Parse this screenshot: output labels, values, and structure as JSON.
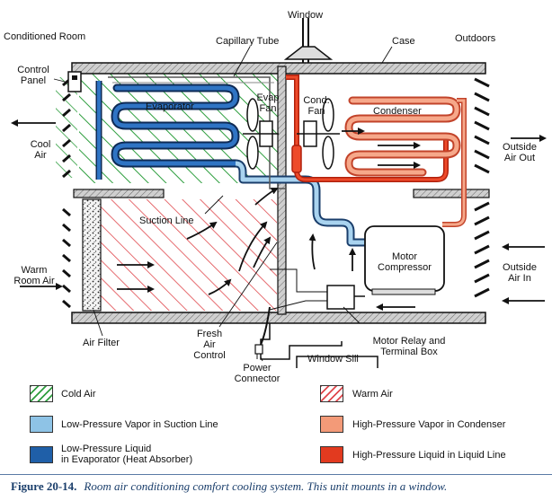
{
  "labels": {
    "conditioned_room": "Conditioned Room",
    "window": "Window",
    "capillary_tube": "Capillary Tube",
    "case": "Case",
    "outdoors": "Outdoors",
    "control_panel_1": "Control",
    "control_panel_2": "Panel",
    "evaporator": "Evaporator",
    "evap_fan_1": "Evap",
    "evap_fan_2": "Fan",
    "cond_fan_1": "Cond.",
    "cond_fan_2": "Fan",
    "condenser": "Condenser",
    "cool_air_1": "Cool",
    "cool_air_2": "Air",
    "outside_air_out_1": "Outside",
    "outside_air_out_2": "Air Out",
    "suction_line": "Suction Line",
    "motor_compressor_1": "Motor",
    "motor_compressor_2": "Compressor",
    "warm_room_air_1": "Warm",
    "warm_room_air_2": "Room Air",
    "outside_air_in_1": "Outside",
    "outside_air_in_2": "Air In",
    "air_filter": "Air Filter",
    "fresh_air_control_1": "Fresh",
    "fresh_air_control_2": "Air",
    "fresh_air_control_3": "Control",
    "motor_relay_1": "Motor Relay and",
    "motor_relay_2": "Terminal Box",
    "window_sill": "Window Sill",
    "power_connector_1": "Power",
    "power_connector_2": "Connector"
  },
  "legend": [
    {
      "key": "cold_air",
      "text": "Cold Air",
      "color": "#2e9e3e",
      "pattern": "hatch"
    },
    {
      "key": "lp_vapor",
      "text": "Low-Pressure Vapor in Suction Line",
      "color": "#8ec3e6",
      "pattern": "solid"
    },
    {
      "key": "lp_liquid",
      "text_1": "Low-Pressure Liquid",
      "text_2": "in Evaporator (Heat Absorber)",
      "color": "#1f5fa8",
      "pattern": "solid"
    },
    {
      "key": "warm_air",
      "text": "Warm Air",
      "color": "#e0474c",
      "pattern": "hatch"
    },
    {
      "key": "hp_vapor",
      "text": "High-Pressure Vapor in Condenser",
      "color": "#f39a78",
      "pattern": "solid"
    },
    {
      "key": "hp_liquid",
      "text": "High-Pressure Liquid in Liquid Line",
      "color": "#e23a1f",
      "pattern": "solid"
    }
  ],
  "caption": {
    "number": "Figure 20-14.",
    "text": "Room air conditioning comfort cooling system. This unit mounts in a window."
  }
}
